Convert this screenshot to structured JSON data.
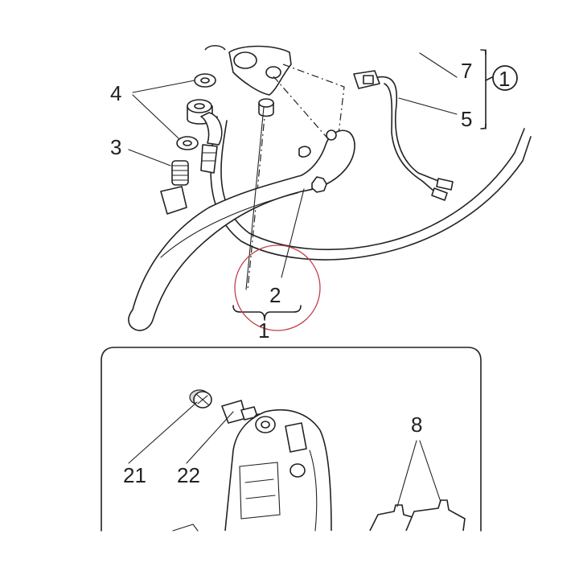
{
  "callouts": {
    "c1": "1",
    "c2": "2",
    "c3": "3",
    "c4": "4",
    "c5": "5",
    "c7": "7",
    "c8": "8",
    "c21": "21",
    "c22": "22",
    "group_circled": "1"
  },
  "colors": {
    "line": "#222222",
    "highlight_circle": "#c0404a",
    "background": "#ffffff"
  }
}
